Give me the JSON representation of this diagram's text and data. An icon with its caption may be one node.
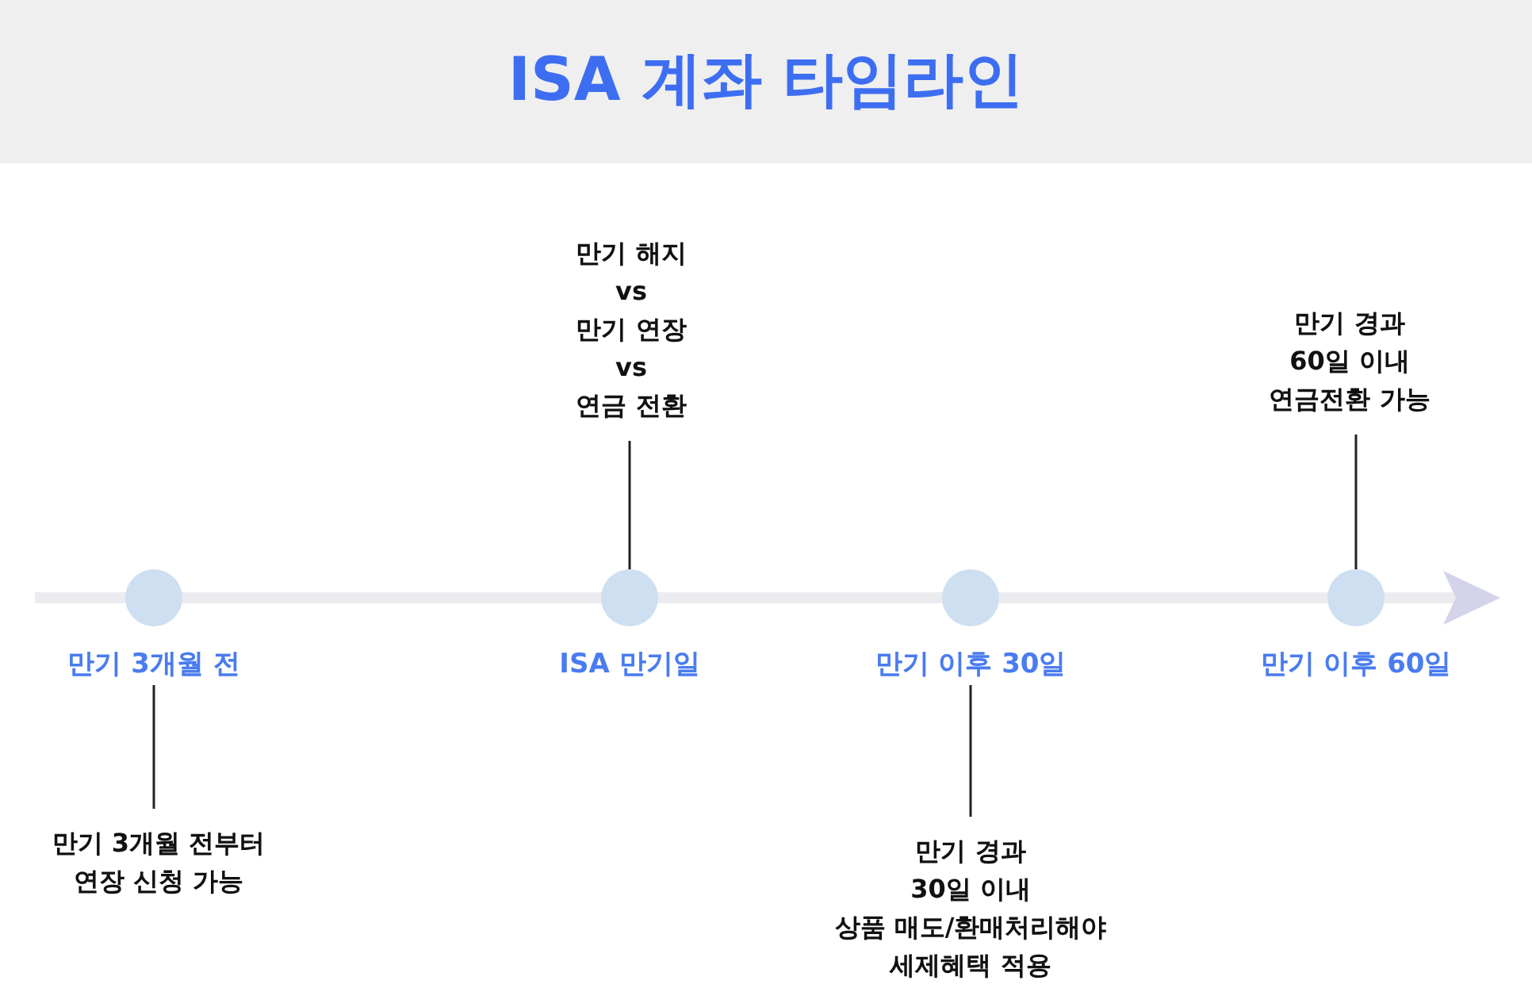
{
  "diagram": {
    "title": "ISA 계좌 타임라인",
    "nodes": [
      {
        "text": [],
        "shape": "circle",
        "beside": [
          "만기 3개월 전"
        ]
      },
      {
        "text": [],
        "shape": "circle",
        "beside": [
          "ISA 만기일"
        ]
      },
      {
        "text": [],
        "shape": "circle",
        "beside": [
          "만기 이후 30일"
        ]
      },
      {
        "text": [],
        "shape": "circle",
        "beside": [
          "만기 이후 60일"
        ]
      },
      {
        "text": [
          "만기 3개월 전부터 연장 신청 가능"
        ]
      },
      {
        "text": [
          "만기 해지 vs 만기 연장 vs 연금 전환"
        ]
      },
      {
        "text": [
          "만기 경과 30일 이내 상품 매도/환매처리해야 세제혜택 적용"
        ]
      },
      {
        "text": [
          "만기 경과 60일 이내 연금전환 가능"
        ]
      }
    ],
    "edges": [
      {
        "from": 4,
        "to": 0,
        "arrow": "none"
      },
      {
        "from": 5,
        "to": 1,
        "arrow": "none"
      },
      {
        "from": 6,
        "to": 2,
        "arrow": "none"
      },
      {
        "from": 7,
        "to": 3,
        "arrow": "none"
      }
    ]
  }
}
